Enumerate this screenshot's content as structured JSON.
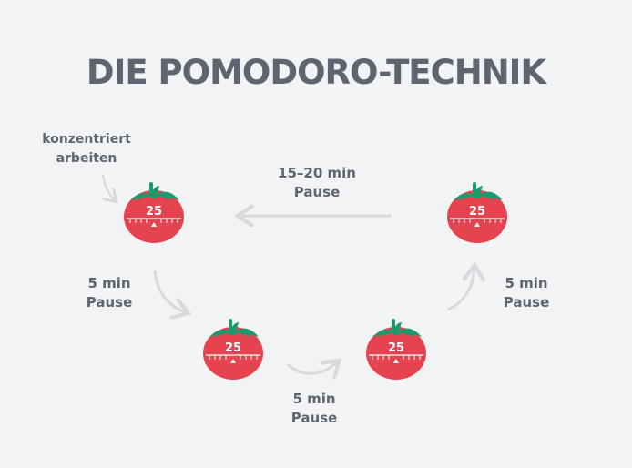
{
  "title": "DIE POMODORO-TECHNIK",
  "colors": {
    "tomato": "#e5434f",
    "leaf": "#1d9a6c",
    "text": "#5f6570",
    "arrow": "#d7d9dd"
  },
  "timer_value": "25",
  "labels": {
    "work": [
      "konzentriert",
      "arbeiten"
    ],
    "long_break": [
      "15–20 min",
      "Pause"
    ],
    "break_left": [
      "5 min",
      "Pause"
    ],
    "break_bottom": [
      "5 min",
      "Pause"
    ],
    "break_right": [
      "5 min",
      "Pause"
    ]
  }
}
